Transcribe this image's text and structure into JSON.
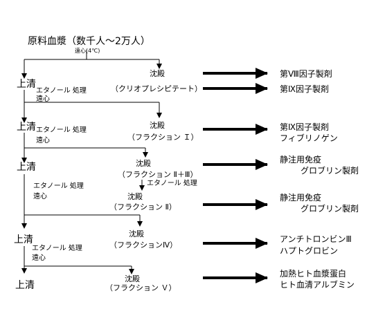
{
  "source": {
    "title": "原料血漿（数千人～2万人）",
    "centrifuge": "遠心(4℃)"
  },
  "supernatants": [
    "上清",
    "上清",
    "上清",
    "上清",
    "上清"
  ],
  "treatments": {
    "step1": [
      "エタノール 処理",
      "遠心"
    ],
    "step2": [
      "エタノール 処理",
      "遠心"
    ],
    "step3": [
      "エタノール 処理",
      "遠心"
    ],
    "step4": [
      "エタノール 処理",
      "遠心"
    ],
    "step3b": "エタノール 処理"
  },
  "precipitates": {
    "p1": [
      "沈殿",
      "（クリオプレシピテート）"
    ],
    "p2": [
      "沈殿",
      "（フラクション Ｉ）"
    ],
    "p3": [
      "沈殿",
      "（フラクション Ⅱ＋Ⅲ）"
    ],
    "p3b": [
      "沈殿",
      "（フラクション Ⅱ）"
    ],
    "p4": [
      "沈殿",
      "（フラクションⅣ）"
    ],
    "p5": [
      "沈殿",
      "（フラクション Ｖ）"
    ]
  },
  "products": [
    [
      "第Ⅷ因子製剤"
    ],
    [
      "第Ⅸ因子製剤"
    ],
    [
      "第Ⅸ因子製剤",
      "フィブリノゲン"
    ],
    [
      "静注用免疫",
      "グロブリン製剤"
    ],
    [
      "静注用免疫",
      "グロブリン製剤"
    ],
    [
      "アンチトロンビンⅢ",
      "ハプトグロビン"
    ],
    [
      "加熱ヒト血漿蛋白",
      "ヒト血清アルブミン"
    ]
  ]
}
